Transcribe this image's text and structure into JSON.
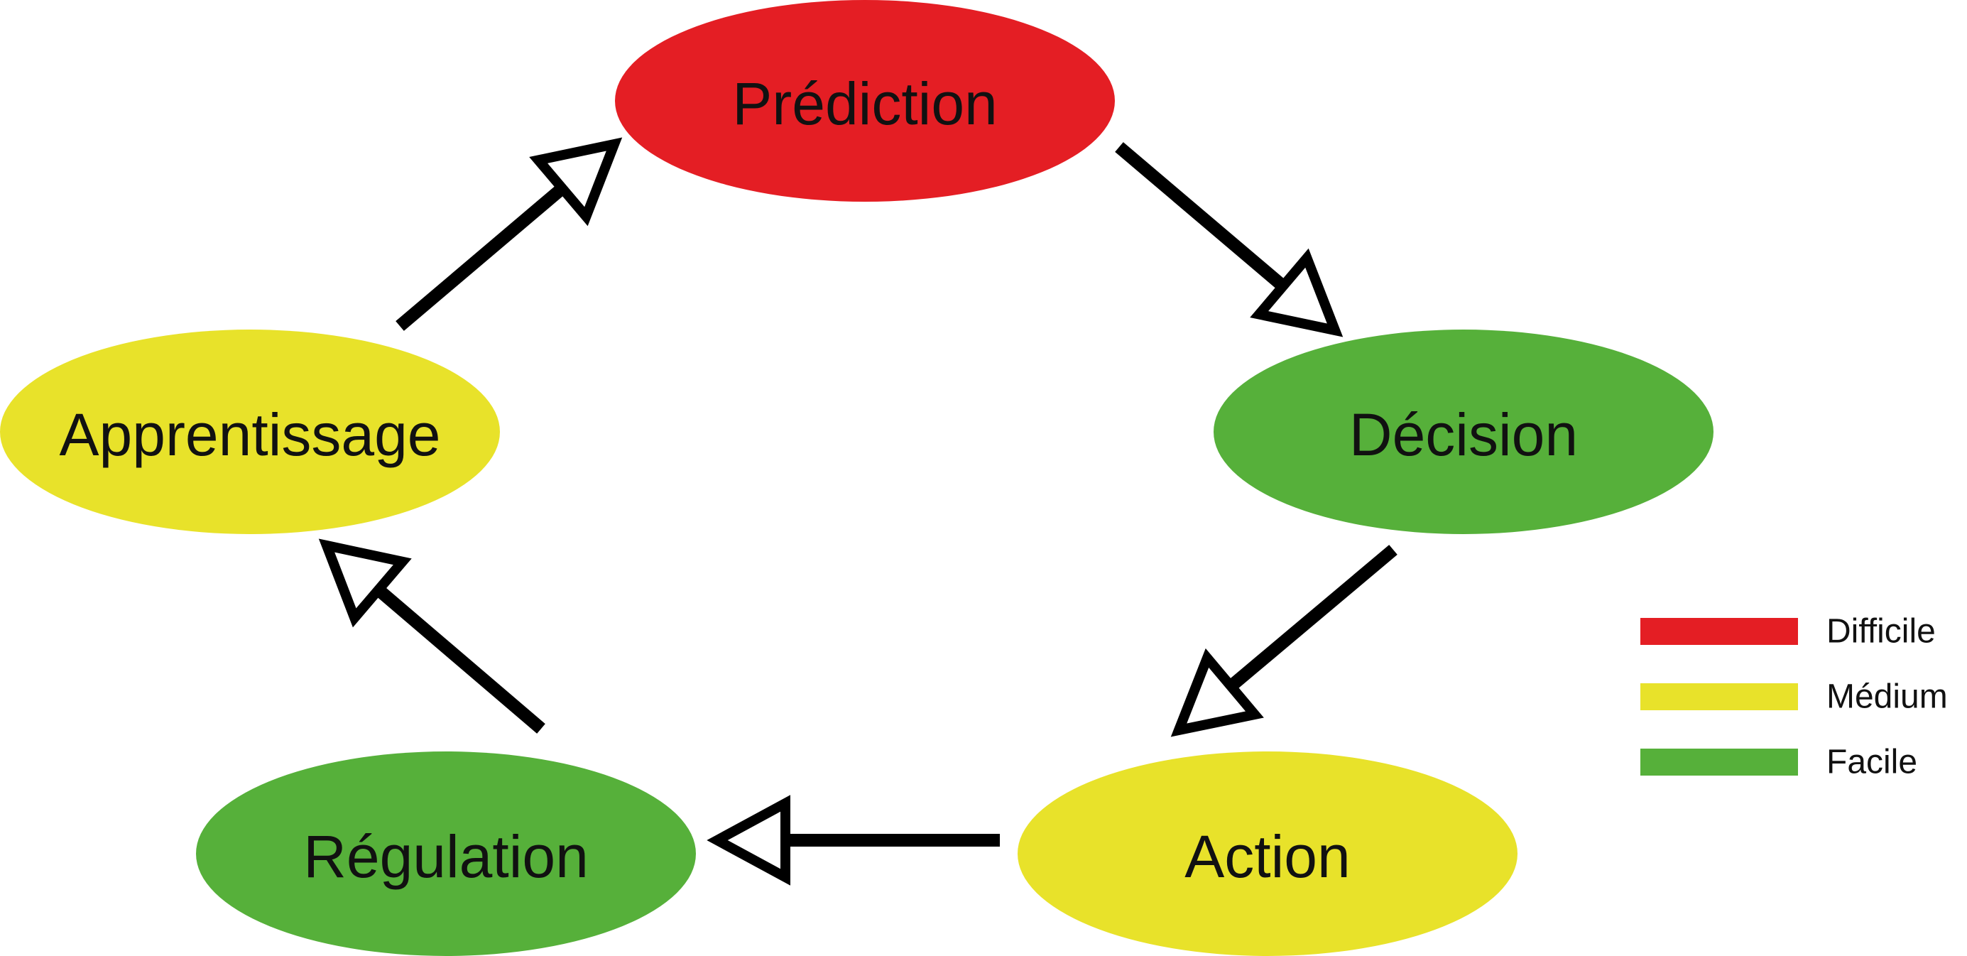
{
  "colors": {
    "difficile": "#e41e24",
    "medium": "#e8e22a",
    "facile": "#56b03a"
  },
  "nodes": [
    {
      "id": "prediction",
      "label": "Prédiction",
      "level": "difficile"
    },
    {
      "id": "decision",
      "label": "Décision",
      "level": "facile"
    },
    {
      "id": "action",
      "label": "Action",
      "level": "medium"
    },
    {
      "id": "regulation",
      "label": "Régulation",
      "level": "facile"
    },
    {
      "id": "apprentissage",
      "label": "Apprentissage",
      "level": "medium"
    }
  ],
  "edges": [
    {
      "from": "prediction",
      "to": "decision"
    },
    {
      "from": "decision",
      "to": "action"
    },
    {
      "from": "action",
      "to": "regulation"
    },
    {
      "from": "regulation",
      "to": "apprentissage"
    },
    {
      "from": "apprentissage",
      "to": "prediction"
    }
  ],
  "legend": [
    {
      "level": "difficile",
      "label": "Difficile"
    },
    {
      "level": "medium",
      "label": "Médium"
    },
    {
      "level": "facile",
      "label": "Facile"
    }
  ]
}
